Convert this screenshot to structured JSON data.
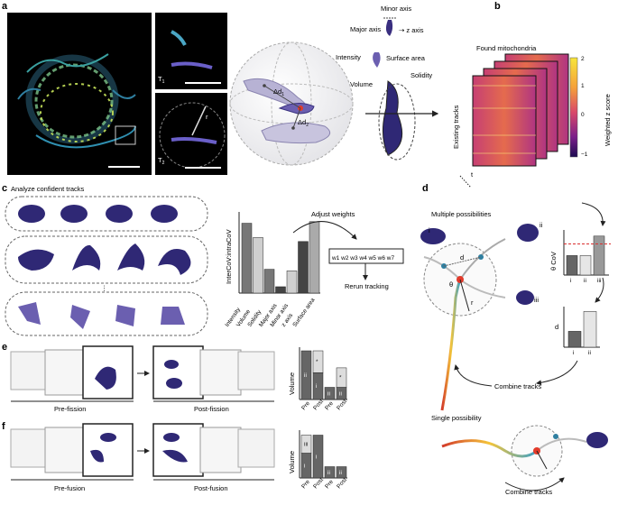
{
  "panel_a": {
    "letter": "a",
    "t1": "T",
    "t1_sub": "1",
    "t2": "T",
    "t2_sub": "2",
    "r": "r",
    "delta_d1": "Δd",
    "delta_d1_sub": "1",
    "delta_d2": "Δd",
    "delta_d2_sub": "2",
    "minor_axis": "Minor axis",
    "major_axis": "Major axis",
    "z_axis": "z axis",
    "intensity": "Intensity",
    "surface_area": "Surface area",
    "solidity": "Solidity",
    "volume": "Volume"
  },
  "panel_b": {
    "letter": "b",
    "title": "Found mitochondria",
    "ylabel": "Existing tracks",
    "xlabel": "t",
    "colorbar_label": "Weighted z score",
    "colorbar_ticks": [
      "2",
      "1",
      "0",
      "−1"
    ]
  },
  "panel_c": {
    "letter": "c",
    "title": "Analyze confident tracks",
    "dots": "⋮",
    "adjust_weights": "Adjust weights",
    "weights": [
      "w1",
      "w2",
      "w3",
      "w4",
      "w5",
      "w6",
      "w7"
    ],
    "rerun": "Rerun tracking",
    "chart_data": {
      "type": "bar",
      "ylabel": "InterCoV:intraCoV",
      "categories": [
        "Intensity",
        "Volume",
        "Solidity",
        "Major axis",
        "Minor axis",
        "z axis",
        "Surface area"
      ],
      "values": [
        0.88,
        0.7,
        0.3,
        0.08,
        0.28,
        0.65,
        0.9
      ],
      "colors": [
        "#777777",
        "#cfcfcf",
        "#777777",
        "#444444",
        "#cfcfcf",
        "#444444",
        "#aaaaaa"
      ],
      "ylim": [
        0,
        1
      ]
    }
  },
  "panel_d": {
    "letter": "d",
    "multiple": "Multiple possibilities",
    "single": "Single possibility",
    "combine1": "Combine tracks",
    "combine2": "Combine tracks",
    "labels": [
      "i",
      "ii",
      "iii"
    ],
    "d_label": "d",
    "theta_label": "θ",
    "r_label": "r",
    "chart_data": [
      {
        "type": "bar",
        "ylabel": "θ CoV",
        "categories": [
          "i",
          "ii",
          "iii"
        ],
        "values": [
          0.45,
          0.45,
          0.9
        ],
        "threshold": 0.72,
        "colors": [
          "#666666",
          "#e6e6e6",
          "#999999"
        ]
      },
      {
        "type": "bar",
        "ylabel": "d",
        "categories": [
          "i",
          "ii"
        ],
        "values": [
          0.4,
          0.9
        ],
        "colors": [
          "#666666",
          "#e6e6e6"
        ]
      }
    ]
  },
  "panel_e": {
    "letter": "e",
    "pre": "Pre-fission",
    "post": "Post-fission",
    "chart_data": {
      "type": "bar",
      "ylabel": "Volume",
      "categories": [
        "Pre",
        "Post",
        "Pre",
        "Post"
      ],
      "stacks": [
        [
          "ii"
        ],
        [
          "i",
          "*"
        ],
        [
          "ii"
        ],
        [
          "ii",
          "*"
        ]
      ],
      "values": [
        [
          1.0
        ],
        [
          0.55,
          0.45
        ],
        [
          0.25
        ],
        [
          0.25,
          0.4
        ]
      ]
    }
  },
  "panel_f": {
    "letter": "f",
    "pre": "Pre-fusion",
    "post": "Post-fusion",
    "chart_data": {
      "type": "bar",
      "ylabel": "Volume",
      "categories": [
        "Pre",
        "Post",
        "Pre",
        "Post"
      ],
      "stacks": [
        [
          "i",
          "iii"
        ],
        [
          "i"
        ],
        [
          "ii"
        ],
        [
          "ii"
        ]
      ],
      "values": [
        [
          0.55,
          0.4
        ],
        [
          0.95
        ],
        [
          0.25
        ],
        [
          0.25
        ]
      ]
    }
  }
}
